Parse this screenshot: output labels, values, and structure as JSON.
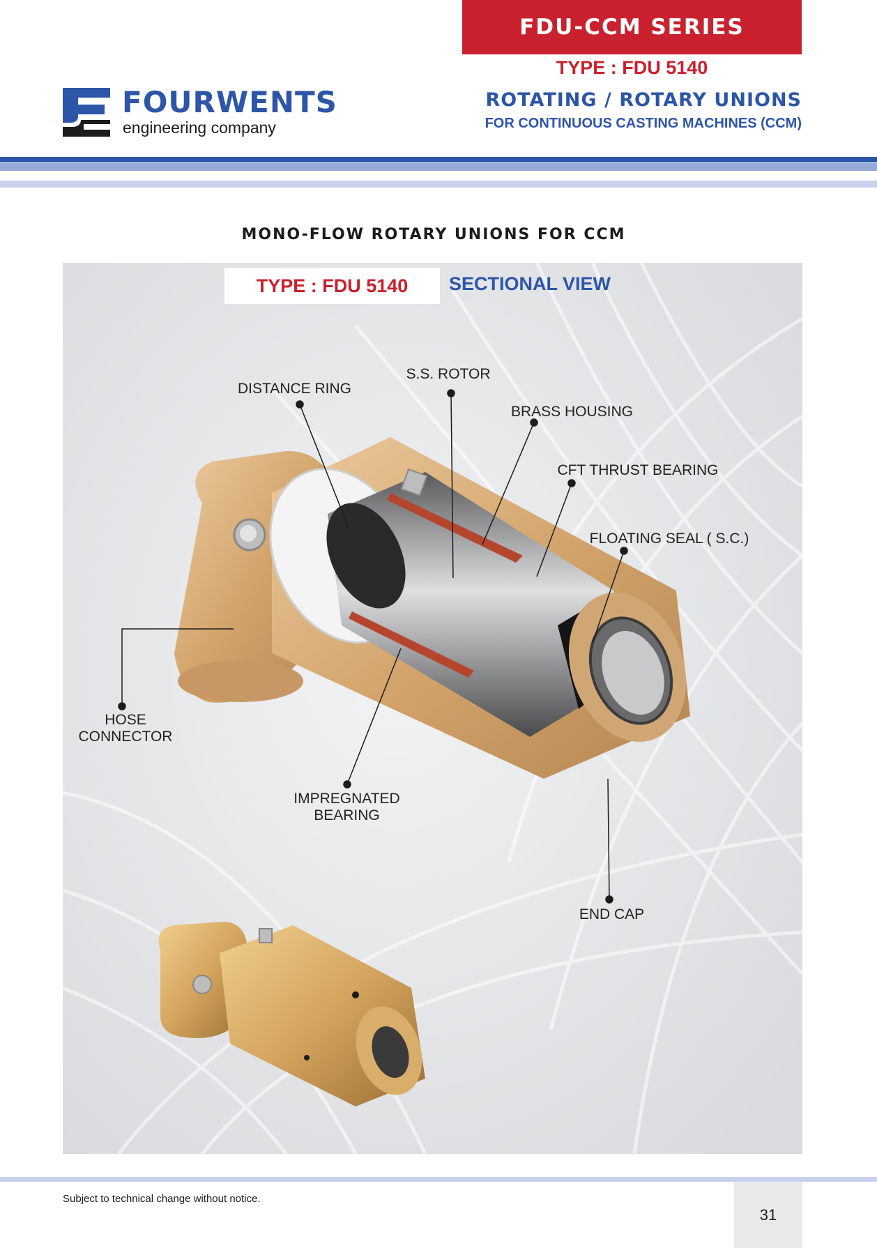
{
  "header": {
    "series": "FDU-CCM SERIES",
    "type": "TYPE : FDU 5140",
    "title": "ROTATING / ROTARY UNIONS",
    "subtitle": "FOR CONTINUOUS CASTING MACHINES (CCM)"
  },
  "logo": {
    "name": "FOURWENTS",
    "tagline": "engineering company"
  },
  "section_heading": "MONO-FLOW ROTARY UNIONS FOR CCM",
  "figure": {
    "type_label": "TYPE : FDU 5140",
    "view_label": "SECTIONAL VIEW",
    "callouts": {
      "distance_ring": "DISTANCE RING",
      "ss_rotor": "S.S. ROTOR",
      "brass_housing": "BRASS HOUSING",
      "cft_thrust_bearing": "CFT THRUST BEARING",
      "floating_seal": "FLOATING SEAL ( S.C.)",
      "hose_connector_1": "HOSE",
      "hose_connector_2": "CONNECTOR",
      "impregnated_bearing_1": "IMPREGNATED",
      "impregnated_bearing_2": "BEARING",
      "end_cap": "END CAP"
    }
  },
  "colors": {
    "brand_red": "#c9212d",
    "brand_blue": "#2d55a8",
    "brass": "#d6a66c"
  },
  "footer": {
    "note": "Subject to technical change without notice.",
    "page_number": "31"
  }
}
